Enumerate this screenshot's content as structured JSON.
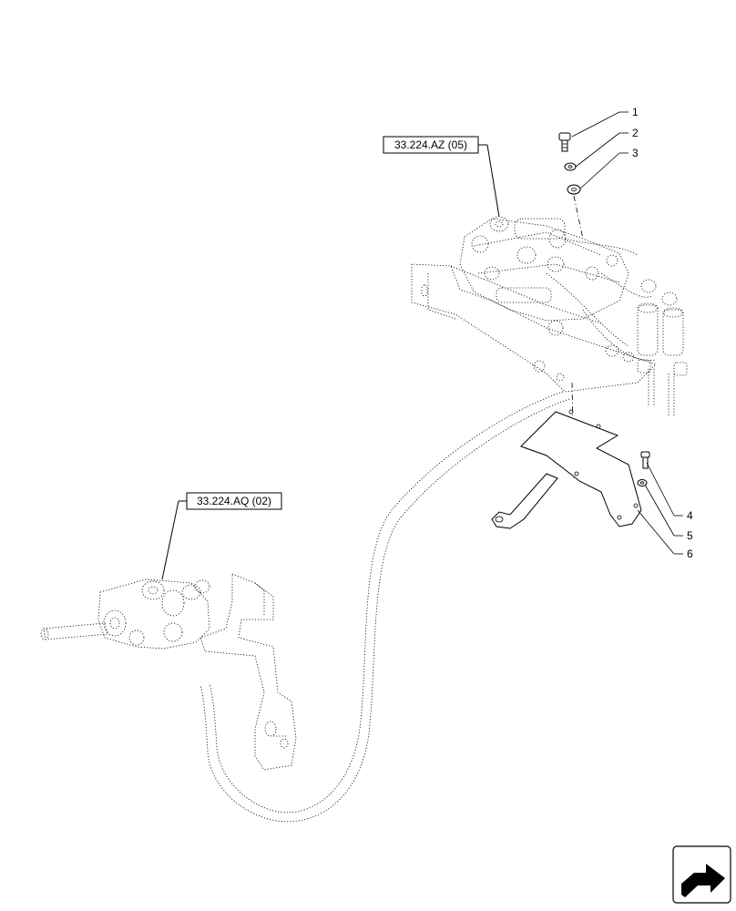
{
  "references": {
    "top": "33.224.AZ (05)",
    "left": "33.224.AQ (02)"
  },
  "callouts": [
    "1",
    "2",
    "3",
    "4",
    "5",
    "6"
  ],
  "icons": {
    "nav": "next-page-arrow-icon"
  }
}
